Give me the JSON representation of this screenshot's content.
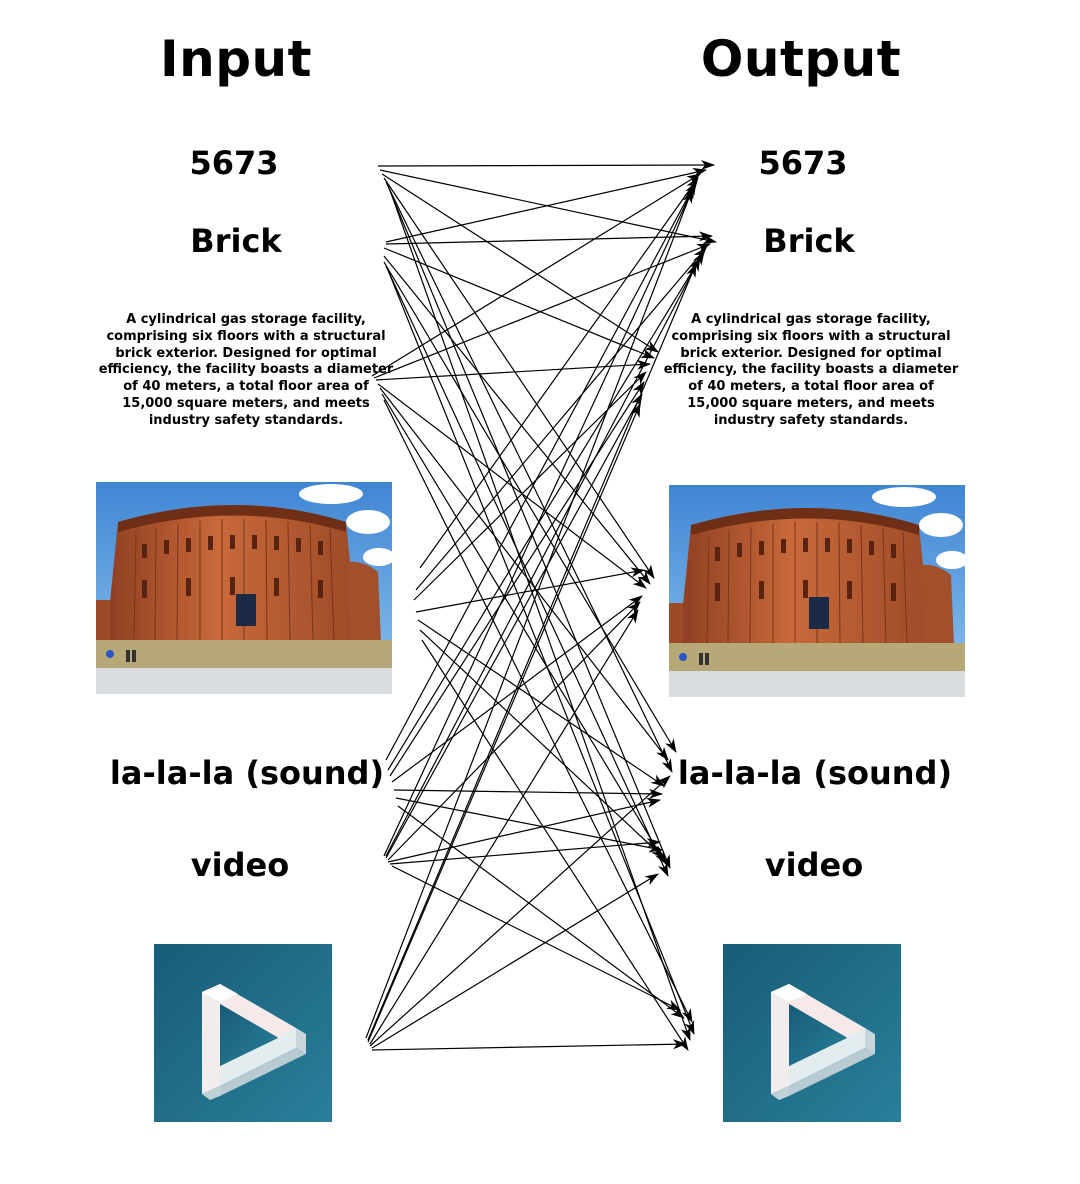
{
  "input": {
    "title": "Input",
    "items": {
      "number": "5673",
      "word": "Brick",
      "description": "A cylindrical gas storage facility, comprising six floors with a structural brick exterior. Designed for optimal efficiency, the facility boasts a diameter of 40 meters, a total floor area of 15,000 square meters, and meets industry safety standards.",
      "sound": "la-la-la (sound)",
      "video": "video"
    }
  },
  "output": {
    "title": "Output",
    "items": {
      "number": "5673",
      "word": "Brick",
      "description": "A cylindrical gas storage facility, comprising six floors with a structural brick exterior. Designed for optimal efficiency, the facility boasts a diameter of 40 meters, a total floor area of 15,000 square meters, and meets industry safety standards.",
      "sound": "la-la-la (sound)",
      "video": "video"
    }
  },
  "colors": {
    "arrow": "#000000",
    "brick": "#b5592f",
    "sky": "#4f93d8",
    "video_bg": "#1f6a86",
    "play_block": "#f1ecec"
  },
  "icons": {
    "photo": "gas-storage-building-photo",
    "video": "impossible-triangle-play-icon"
  },
  "connections": "each input item connects to each output item"
}
